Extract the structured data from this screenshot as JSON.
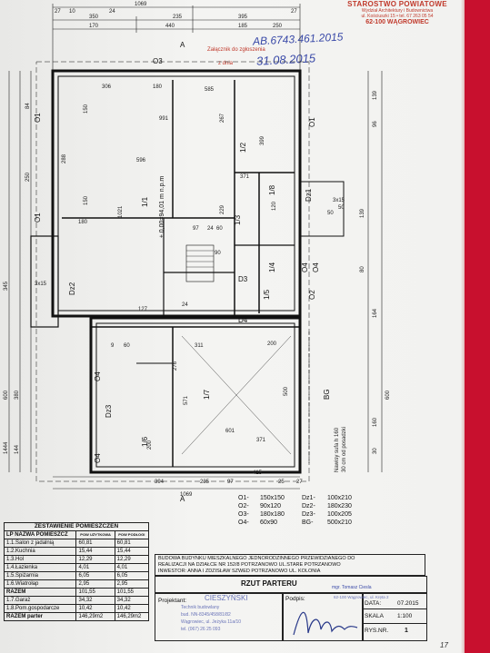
{
  "stamp": {
    "title": "STAROSTWO POWIATOWE",
    "line1": "Wydział Architektury i Budownictwa",
    "line2": "ul. Kościuszki 15 • tel. 67 263 05 54",
    "line3": "62-100 WĄGROWIEC",
    "ref_label": "Załącznik do zgłoszenia",
    "ref_number": "AB.6743.461.2015",
    "date_label": "z dnia",
    "date_value": "31.08.2015"
  },
  "plan": {
    "top_dims": [
      "1069",
      "350",
      "235",
      "395",
      "170",
      "440",
      "185",
      "250",
      "27",
      "10",
      "24",
      "27"
    ],
    "left_dims": [
      "345",
      "600",
      "380",
      "1444",
      "144",
      "250",
      "84"
    ],
    "right_dims": [
      "139",
      "164",
      "600",
      "160",
      "30",
      "96",
      "139",
      "80",
      "50"
    ],
    "bottom_dims": [
      "394",
      "235",
      "415",
      "1069",
      "25",
      "97",
      "27"
    ],
    "section_marks": [
      "A",
      "A"
    ],
    "openings": [
      "O1",
      "O1",
      "O1",
      "O2",
      "O3",
      "O4",
      "O4",
      "O4",
      "O4",
      "Dz1",
      "Dz2",
      "Dz3",
      "D3",
      "D4",
      "BG"
    ],
    "rooms": [
      "1/1",
      "1/2",
      "1/3",
      "1/4",
      "1/5",
      "1/6",
      "1/7",
      "1/8"
    ],
    "level_mark": "± 0,00=94,01 m n.p.m",
    "inner_dims": [
      "306",
      "180",
      "585",
      "991",
      "596",
      "371",
      "399",
      "267",
      "150",
      "1021",
      "288",
      "229",
      "97",
      "24",
      "60",
      "311",
      "601",
      "371",
      "200",
      "500",
      "571",
      "276",
      "127",
      "150",
      "180",
      "90",
      "120",
      "3x15",
      "50",
      "3x15",
      "60",
      "200",
      "24",
      "9"
    ],
    "roof_note1": "Nawisy sufa h 160",
    "roof_note2": "30 cm od posadzki"
  },
  "legend": {
    "items": [
      {
        "code": "O1-",
        "size": "150x150"
      },
      {
        "code": "O2-",
        "size": "90x120"
      },
      {
        "code": "O3-",
        "size": "180x180"
      },
      {
        "code": "O4-",
        "size": "60x90"
      },
      {
        "code": "Dz1-",
        "size": "100x210"
      },
      {
        "code": "Dz2-",
        "size": "180x230"
      },
      {
        "code": "Dz3-",
        "size": "100x205"
      },
      {
        "code": "BG-",
        "size": "500x210"
      }
    ]
  },
  "rooms_table": {
    "title": "ZESTAWIENIE POMIESZCZEŃ",
    "headers": [
      "LP NAZWA POMIESZCZ",
      "POW UŻYTKOWA",
      "POW PODŁOGI"
    ],
    "rows": [
      [
        "1.1.Salon z jadalnią",
        "60,81",
        "60,81"
      ],
      [
        "1.2.Kuchnia",
        "15,44",
        "15,44"
      ],
      [
        "1.3.Hol",
        "12,29",
        "12,29"
      ],
      [
        "1.4.Łazienka",
        "4,01",
        "4,01"
      ],
      [
        "1.5.Spiżarnia",
        "6,05",
        "6,05"
      ],
      [
        "1.6.Wiatrołap",
        "2,95",
        "2,95"
      ],
      [
        "RAZEM",
        "101,55",
        "101,55"
      ],
      [
        "1.7.Garaż",
        "34,32",
        "34,32"
      ],
      [
        "1.8.Pom.gospodarcze",
        "10,42",
        "10,42"
      ],
      [
        "RAZEM parter",
        "146,29m2",
        "146,29m2"
      ]
    ]
  },
  "title_block": {
    "project_line1": "BUDOWA BUDYNKU MIESZKALNEGO JEDNORODZINNEGO PRZEWIDZIANEGO DO",
    "project_line2": "REALIZACJI NA DZIAŁCE NR 152/8 POTRZANOWO UL.STARE POTRZANOWO",
    "investor": "INWESTOR: ANNA I ZDZISŁAW SZWED POTRZANOWO UL. KOLONIA",
    "sheet_title": "RZUT PARTERU",
    "designer_label": "Projektant:",
    "designer_name": "CIESZYŃSKI",
    "designer_sub1": "Technik budowlany",
    "designer_sub2": "bud. NN-8345/458/81/82",
    "designer_sub3": "Wągrowiec, ul. Jeżyka 11a/10",
    "designer_sub4": "tel. (067) 26 25 093",
    "signature_label": "Podpis:",
    "author_stamp1": "mgr. Tomasz Ciesla",
    "author_stamp2": "62-100 Wągrowiec, ul. Kręta 2",
    "date_label": "DATA:",
    "date_value": "07.2015",
    "scale_label": "SKALA",
    "scale_value": "1:100",
    "sheet_label": "RYS.NR.",
    "sheet_value": "1",
    "corner_note": "17"
  }
}
